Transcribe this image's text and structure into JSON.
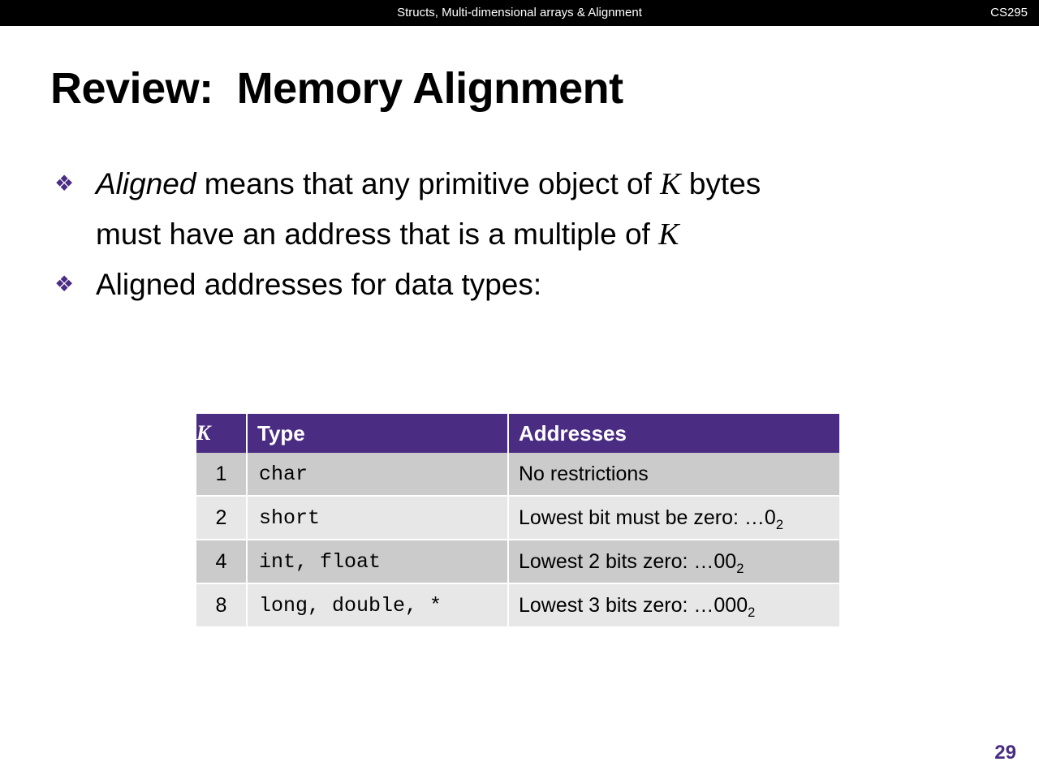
{
  "header": {
    "title": "Structs, Multi-dimensional arrays & Alignment",
    "course": "CS295",
    "background_color": "#000000",
    "text_color": "#ffffff"
  },
  "slide": {
    "title": "Review:  Memory Alignment",
    "page_number": "29",
    "accent_color": "#4A2C82",
    "bullet_glyph": "❖"
  },
  "bullets": [
    {
      "marker": "❖",
      "line1_emphasis": "Aligned",
      "line1_rest": " means that any primitive object of ",
      "line1_var": "K",
      "line1_tail": " bytes",
      "line2_rest": "must have an address that is a multiple of ",
      "line2_var": "K"
    },
    {
      "marker": "❖",
      "text": "Aligned addresses for data types:"
    }
  ],
  "table": {
    "header_background": "#4A2C82",
    "row_dark_background": "#CBCBCB",
    "row_light_background": "#E7E7E7",
    "columns": [
      "K",
      "Type",
      "Addresses"
    ],
    "rows": [
      {
        "k": "1",
        "type": "char",
        "addr_text": "No restrictions",
        "addr_sub": ""
      },
      {
        "k": "2",
        "type": "short",
        "addr_text": "Lowest bit must be zero: …0",
        "addr_sub": "2"
      },
      {
        "k": "4",
        "type": "int, float",
        "addr_text": "Lowest 2 bits zero: …00",
        "addr_sub": "2"
      },
      {
        "k": "8",
        "type": "long, double, *",
        "addr_text": "Lowest 3 bits zero: …000",
        "addr_sub": "2"
      }
    ]
  }
}
